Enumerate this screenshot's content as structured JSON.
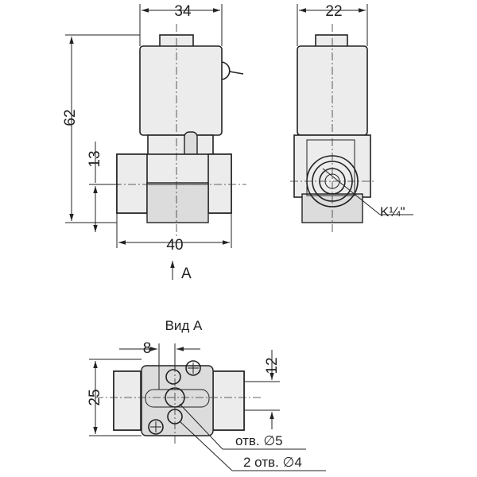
{
  "dimensions": {
    "front_width_top": "34",
    "side_width_top": "22",
    "height_total": "62",
    "height_port": "13",
    "front_width_bottom": "40",
    "bottom_width": "8",
    "bottom_height_left": "25",
    "bottom_height_right": "12"
  },
  "labels": {
    "arrow_view": "A",
    "view_title": "Вид А",
    "thread": "K¼\"",
    "hole_5": "отв. ∅5",
    "hole_4": "2 отв. ∅4"
  }
}
